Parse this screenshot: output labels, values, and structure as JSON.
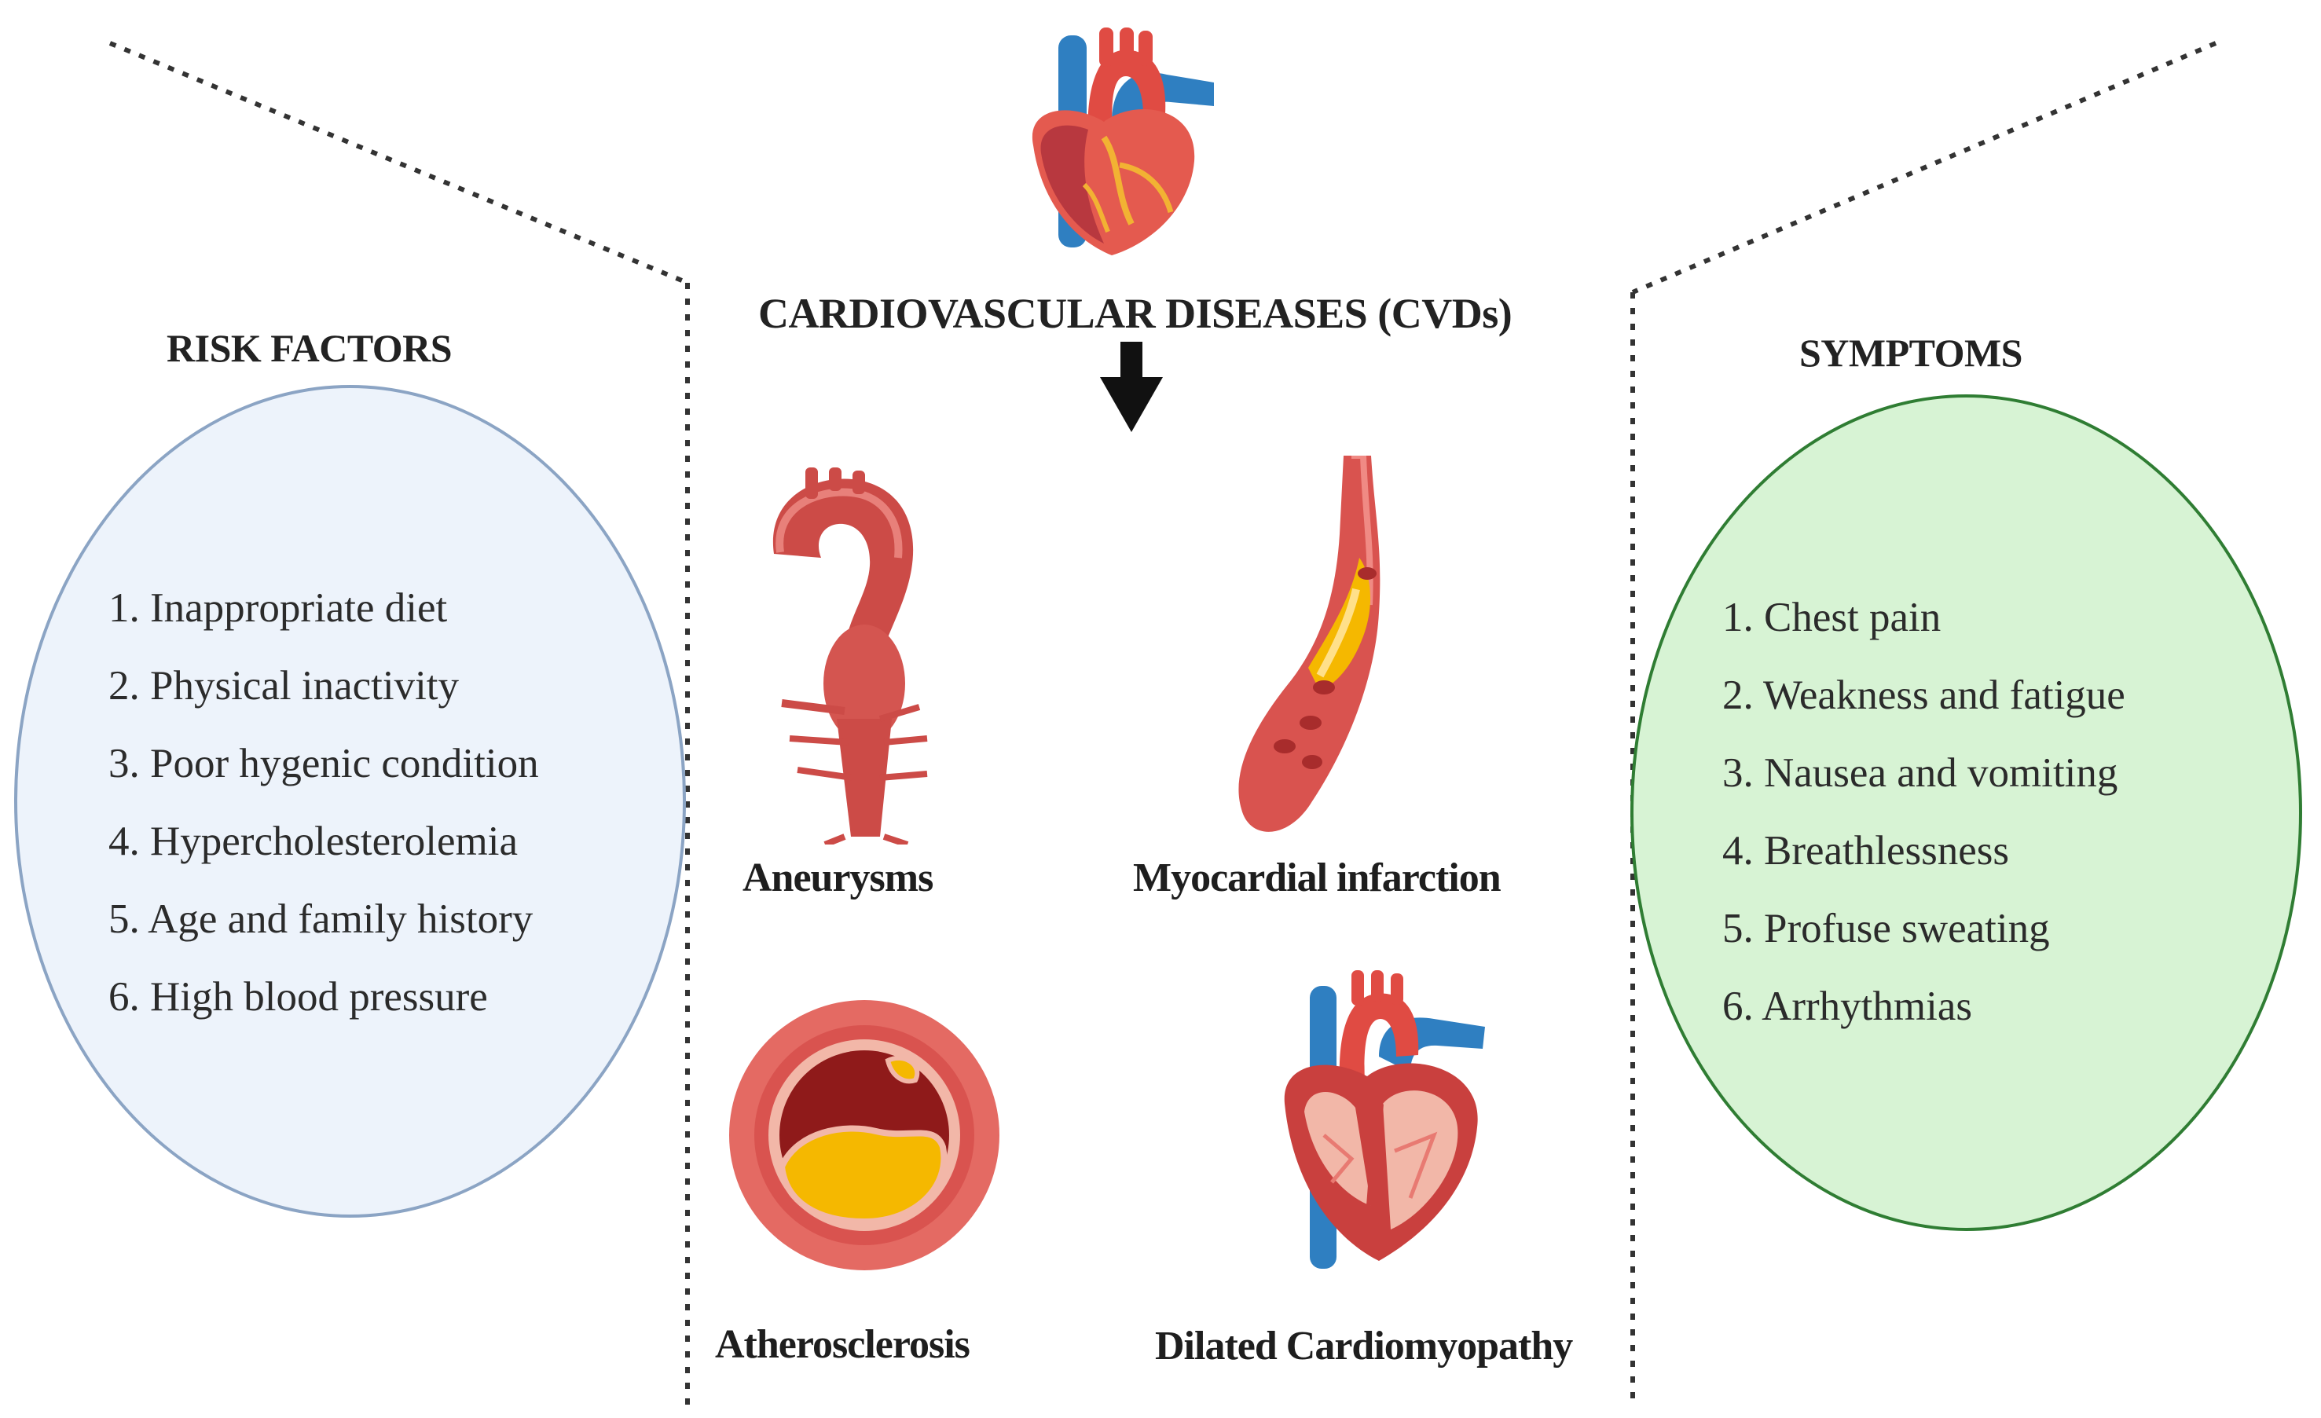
{
  "header": {
    "center_title": "CARDIOVASCULAR DISEASES (CVDs)",
    "risk_title": "RISK FACTORS",
    "symptoms_title": "SYMPTOMS"
  },
  "risk_factors": {
    "items": [
      "1. Inappropriate diet",
      "2. Physical inactivity",
      "3. Poor hygenic condition",
      "4. Hypercholesterolemia",
      "5. Age and family history",
      "6. High blood pressure"
    ]
  },
  "symptoms": {
    "items": [
      "1. Chest pain",
      "2. Weakness and fatigue",
      "3. Nausea and vomiting",
      "4. Breathlessness",
      "5. Profuse sweating",
      "6. Arrhythmias"
    ]
  },
  "diseases": {
    "aneurysms": "Aneurysms",
    "myocardial_infarction": "Myocardial infarction",
    "atherosclerosis": "Atherosclerosis",
    "dilated_cardiomyopathy": "Dilated Cardiomyopathy"
  },
  "icons": {
    "top": "heart-icon",
    "arrow": "arrow-down-icon",
    "aneurysm": "aorta-aneurysm-icon",
    "mi": "blocked-artery-icon",
    "athero": "artery-cross-section-icon",
    "dcm": "heart-cross-section-icon"
  },
  "colors": {
    "risk_fill": "#edf3fb",
    "risk_border": "#8ba4c4",
    "symptom_fill": "#d7f3d4",
    "symptom_border": "#2f7d33",
    "vessel_red": "#d9534f",
    "plaque_yellow": "#f5b800",
    "vein_blue": "#2f7fc1"
  }
}
